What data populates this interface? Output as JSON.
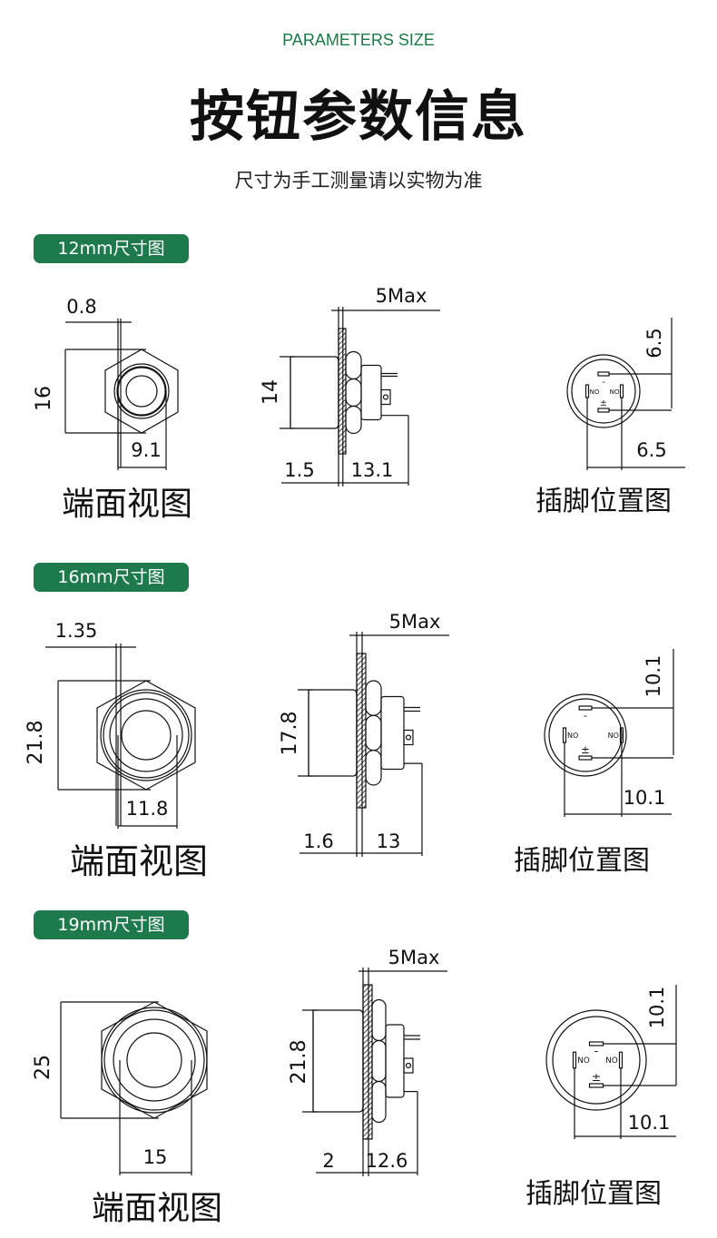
{
  "header": {
    "subtitle_en": "PARAMETERS SIZE",
    "title": "按钮参数信息",
    "note": "尺寸为手工测量请以实物为准"
  },
  "sections": [
    {
      "badge": "12mm尺寸图",
      "front": {
        "caption": "端面视图",
        "ring": "0.8",
        "height": "16",
        "inner": "9.1"
      },
      "side": {
        "max": "5Max",
        "body": "14",
        "panel": "1.5",
        "length": "13.1"
      },
      "pins": {
        "caption": "插脚位置图",
        "vertical": "6.5",
        "horizontal": "6.5",
        "pin_no": "NO",
        "pin_minus": "-",
        "pin_plus": "±"
      }
    },
    {
      "badge": "16mm尺寸图",
      "front": {
        "caption": "端面视图",
        "ring": "1.35",
        "height": "21.8",
        "inner": "11.8"
      },
      "side": {
        "max": "5Max",
        "body": "17.8",
        "panel": "1.6",
        "length": "13"
      },
      "pins": {
        "caption": "插脚位置图",
        "vertical": "10.1",
        "horizontal": "10.1",
        "pin_no": "NO",
        "pin_minus": "-",
        "pin_plus": "±"
      }
    },
    {
      "badge": "19mm尺寸图",
      "front": {
        "caption": "端面视图",
        "height": "25",
        "inner": "15"
      },
      "side": {
        "max": "5Max",
        "body": "21.8",
        "panel": "2",
        "length": "12.6"
      },
      "pins": {
        "caption": "插脚位置图",
        "vertical": "10.1",
        "horizontal": "10.1",
        "pin_no": "NO",
        "pin_minus": "-",
        "pin_plus": "±"
      }
    }
  ],
  "colors": {
    "brand": "#1e7a4c",
    "line": "#111111"
  }
}
